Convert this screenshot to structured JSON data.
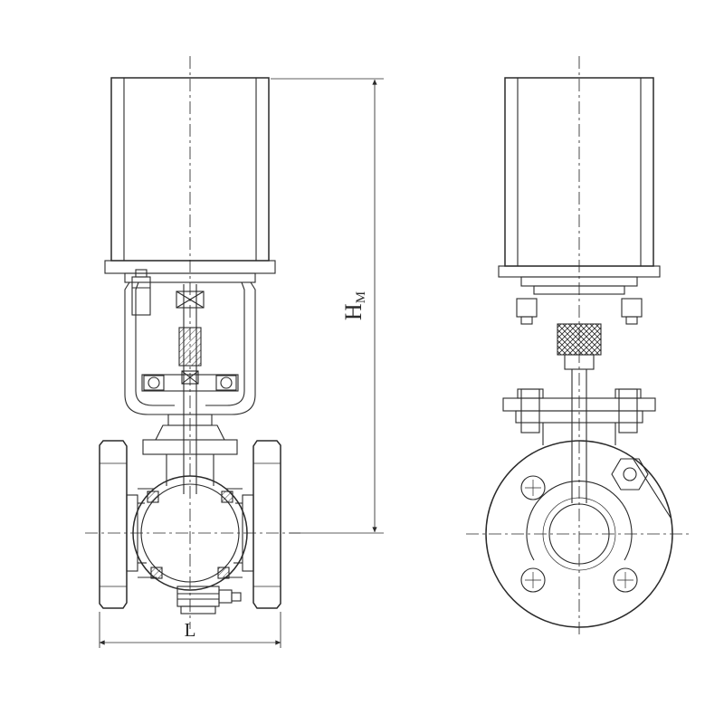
{
  "colors": {
    "line": "#2a2a2a",
    "background": "#ffffff"
  },
  "drawing": {
    "type": "valve-with-electric-actuator-dimension-drawing",
    "dimensions": {
      "height": {
        "main": "H",
        "sub": "M"
      },
      "length": {
        "label": "L"
      }
    }
  }
}
